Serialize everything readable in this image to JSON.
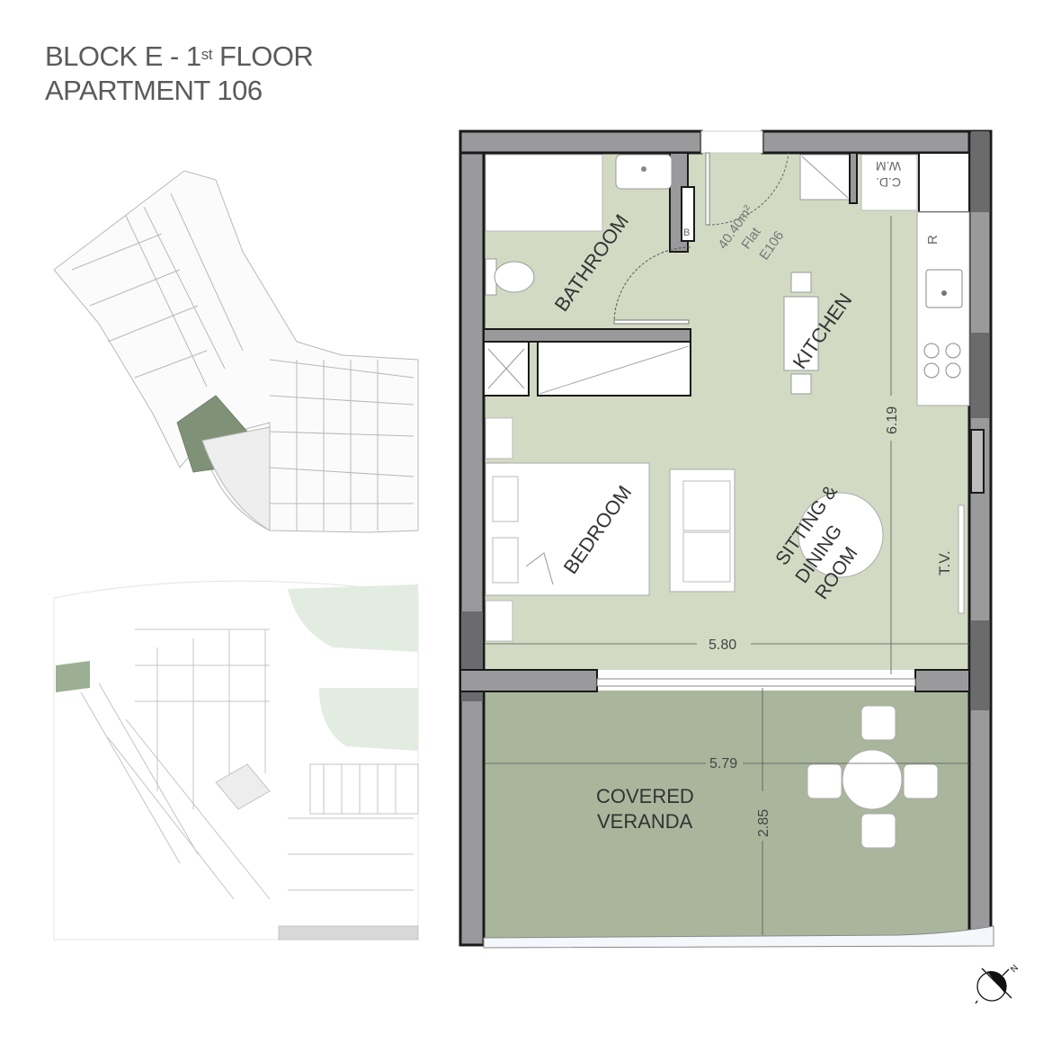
{
  "header": {
    "block": "BLOCK E - 1",
    "floor_sup": "st",
    "floor": " FLOOR",
    "apartment": "APARTMENT 106"
  },
  "plan": {
    "rooms": {
      "bathroom": "BATHROOM",
      "kitchen": "KITCHEN",
      "bedroom": "BEDROOM",
      "sitting_1": "SITTING &",
      "sitting_2": "DINING",
      "sitting_3": "ROOM",
      "veranda_1": "COVERED",
      "veranda_2": "VERANDA"
    },
    "flat_area": "40.40m²",
    "flat_label": "Flat",
    "flat_id": "E106",
    "appliance_labels": {
      "wm": "W.M",
      "cd": "C.D.",
      "fridge": "R",
      "boiler": "B",
      "tv": "T.V."
    },
    "dimensions": {
      "interior_width": "5.80",
      "interior_depth": "6.19",
      "veranda_width": "5.79",
      "veranda_depth": "2.85"
    },
    "colors": {
      "interior_fill": "#d3dac4",
      "veranda_fill": "#a9b69c",
      "wall_fill": "#9a9a9c",
      "wall_dark": "#6b6b6d",
      "title_text": "#5a5a5a"
    }
  },
  "compass": {
    "north_label": "N"
  }
}
